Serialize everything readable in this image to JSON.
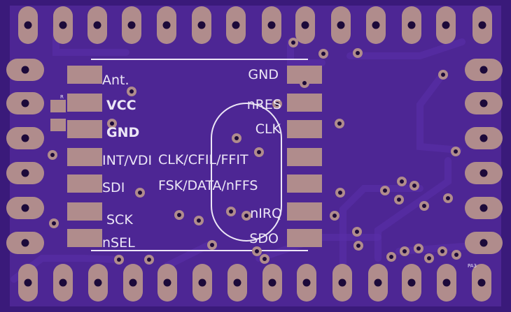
{
  "board": {
    "colors": {
      "board_edge": "#3a1a7a",
      "board_fill": "#4d2694",
      "trace": "#5a2fa8",
      "copper_pad": "#b08c8c",
      "pad_hole": "#1c0a3a",
      "silkscreen": "#ece6f6"
    }
  },
  "labels": {
    "left": {
      "ant": "Ant.",
      "vcc": "VCC",
      "gnd": "GND",
      "int_vdi": "INT/VDI",
      "sdi": "SDI",
      "sck": "SCK",
      "nsel": "nSEL"
    },
    "right": {
      "gnd": "GND",
      "nres": "nRES",
      "clk": "CLK",
      "clk_cfil_ffit": "CLK/CFIL/FFIT",
      "fsk_data_nffs": "FSK/DATA/nFFS",
      "nirq": "nIRQ",
      "sdo": "SDO"
    },
    "small": {
      "r_mark": "R",
      "corner_mark": "PA3"
    }
  }
}
